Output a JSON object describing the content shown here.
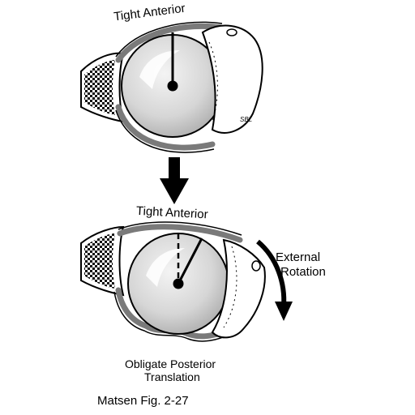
{
  "top": {
    "label": "Tight Anterior",
    "signature": "SBL"
  },
  "bottom": {
    "label": "Tight Anterior",
    "rotation_label_1": "External",
    "rotation_label_2": "Rotation",
    "translation_label_1": "Obligate Posterior",
    "translation_label_2": "Translation"
  },
  "caption": "Matsen Fig. 2-27",
  "colors": {
    "ink": "#000000",
    "capsule": "#7a7a7a",
    "head": "#d9d9d9",
    "highlight": "#ffffff"
  }
}
